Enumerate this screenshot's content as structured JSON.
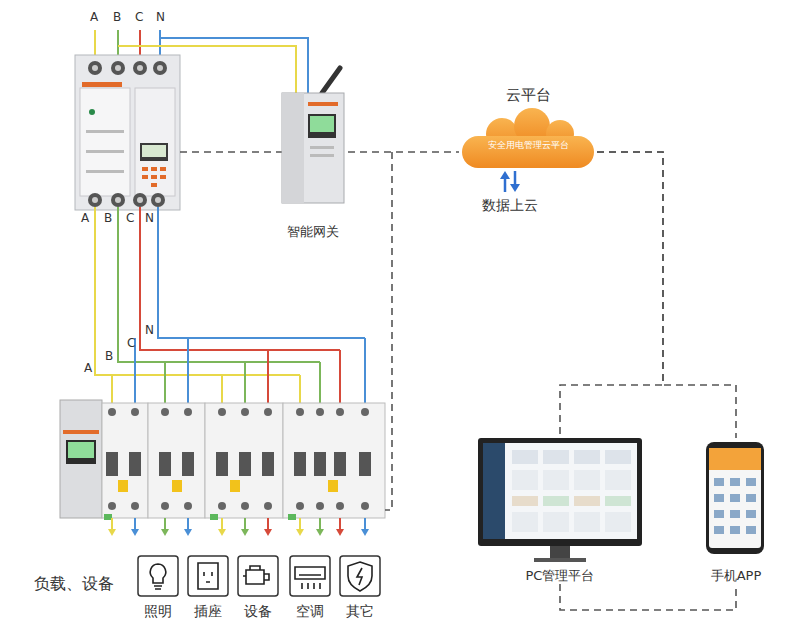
{
  "diagram": {
    "nodes": [
      {
        "text": [
          "云平台",
          "安全用电管理云平台"
        ]
      },
      {
        "text": [
          "智能网关"
        ]
      },
      {
        "text": [
          "PC管理平台"
        ]
      },
      {
        "text": [
          "手机APP"
        ]
      },
      {
        "text": [
          "照明"
        ]
      },
      {
        "text": [
          "插座"
        ]
      },
      {
        "text": [
          "设备"
        ]
      },
      {
        "text": [
          "空调"
        ]
      },
      {
        "text": [
          "其它"
        ]
      }
    ],
    "edges": [
      {
        "from": 1,
        "to": 0,
        "arrow": "none"
      },
      {
        "from": 0,
        "to": 2,
        "arrow": "none"
      },
      {
        "from": 0,
        "to": 3,
        "arrow": "none"
      },
      {
        "from": 2,
        "to": 3,
        "arrow": "none"
      }
    ],
    "labels": [
      "A",
      "B",
      "C",
      "N",
      "A",
      "B",
      "C",
      "N",
      "A",
      "B",
      "C",
      "N",
      "数据上云",
      "负载、设备"
    ]
  }
}
